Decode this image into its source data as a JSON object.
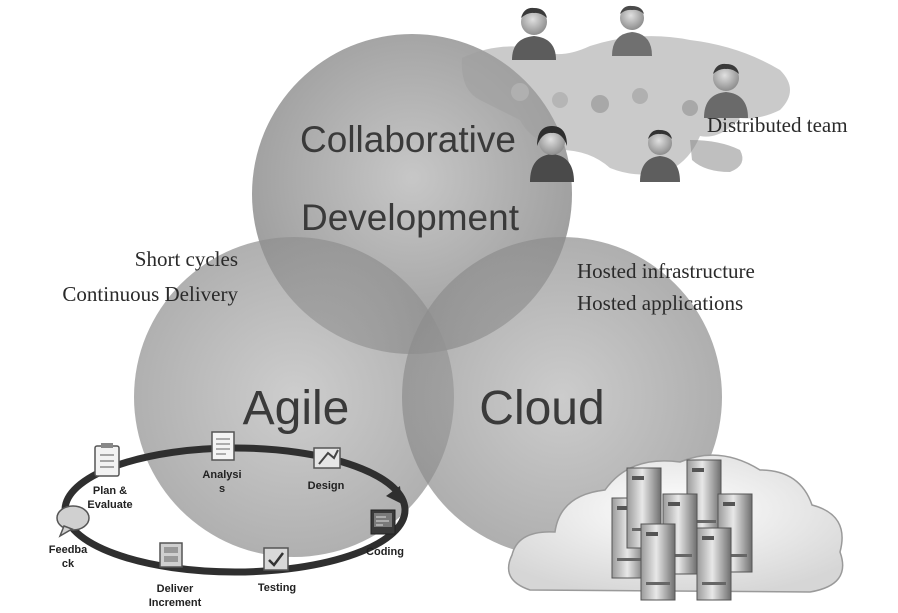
{
  "circles": {
    "collaborative": {
      "title_line1": "Collaborative",
      "title_line2": "Development"
    },
    "agile": {
      "title": "Agile"
    },
    "cloud": {
      "title": "Cloud"
    }
  },
  "annotations": {
    "distributed_team": "Distributed team",
    "short_cycles": "Short cycles",
    "continuous_delivery": "Continuous Delivery",
    "hosted_infrastructure": "Hosted infrastructure",
    "hosted_applications": "Hosted applications"
  },
  "agile_cycle": {
    "plan_line1": "Plan &",
    "plan_line2": "Evaluate",
    "analysis_line1": "Analysi",
    "analysis_line2": "s",
    "design": "Design",
    "coding": "Coding",
    "testing": "Testing",
    "deliver_line1": "Deliver",
    "deliver_line2": "Increment",
    "feedback_line1": "Feedba",
    "feedback_line2": "ck"
  },
  "icons": {
    "world_map": "world-map-icon",
    "people": "person-icon",
    "servers": "server-icon",
    "cloud": "cloud-icon"
  }
}
